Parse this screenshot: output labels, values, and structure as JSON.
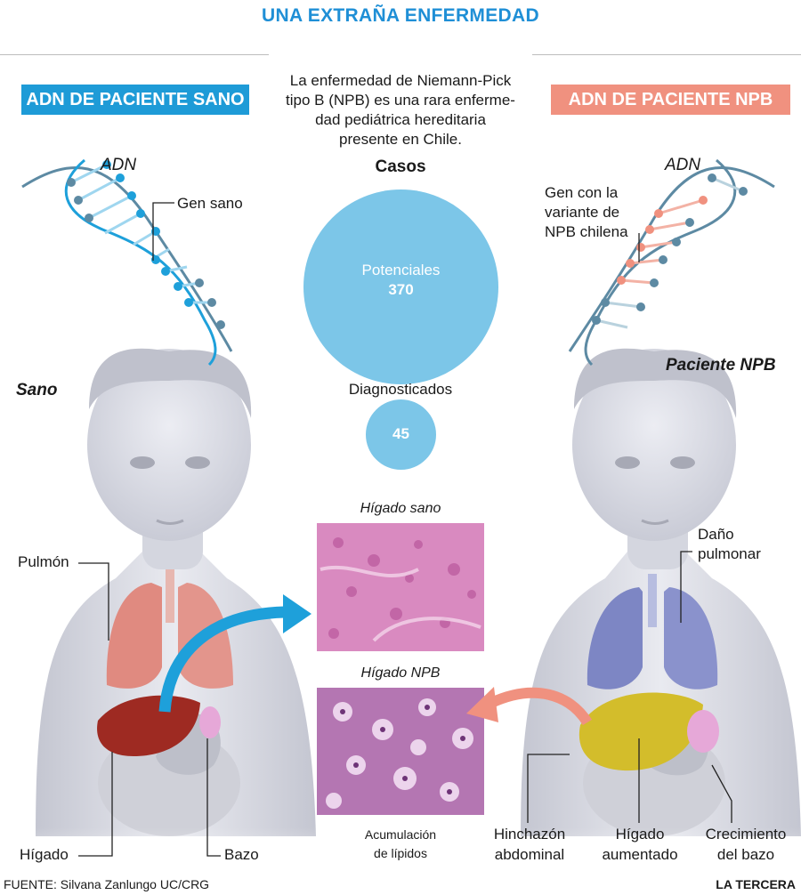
{
  "title": "UNA EXTRAÑA ENFERMEDAD",
  "left_header": "ADN DE PACIENTE SANO",
  "right_header": "ADN DE PACIENTE NPB",
  "intro_lines": [
    "La enfermedad de Niemann-Pick",
    "tipo B (NPB) es una rara enferme-",
    "dad pediátrica hereditaria",
    "presente en Chile."
  ],
  "cases": {
    "heading": "Casos",
    "potential_label": "Potenciales",
    "potential_value": "370",
    "diagnosed_label": "Diagnosticados",
    "diagnosed_value": "45"
  },
  "left": {
    "dna_label": "ADN",
    "gene_label": "Gen sano",
    "child_label": "Sano",
    "lung_label": "Pulmón",
    "liver_label": "Hígado",
    "spleen_label": "Bazo"
  },
  "right": {
    "dna_label": "ADN",
    "gene_lines": [
      "Gen con la",
      "variante de",
      "NPB chilena"
    ],
    "child_label": "Paciente NPB",
    "lung_lines": [
      "Daño",
      "pulmonar"
    ],
    "swelling_lines": [
      "Hinchazón",
      "abdominal"
    ],
    "liver_lines": [
      "Hígado",
      "aumentado"
    ],
    "spleen_lines": [
      "Crecimiento",
      "del bazo"
    ]
  },
  "micro": {
    "healthy_title": "Hígado sano",
    "npb_title": "Hígado NPB",
    "lipid_lines": [
      "Acumulación",
      "de lípidos"
    ]
  },
  "source": "FUENTE: Silvana Zanlungo UC/CRG",
  "brand": "LA TERCERA",
  "colors": {
    "accent_blue": "#1e9bd7",
    "accent_salmon": "#f0917f",
    "circle": "#7cc6e8"
  }
}
